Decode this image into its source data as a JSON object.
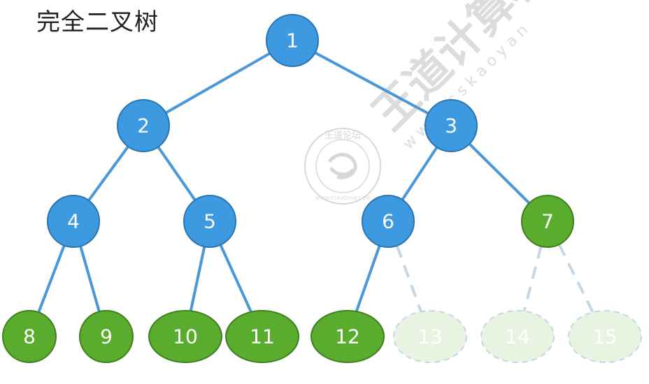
{
  "title": "完全二叉树",
  "colors": {
    "blue_fill": "#3d9ae0",
    "blue_stroke": "#2a75b0",
    "green_fill": "#5aac2e",
    "green_stroke": "#3f7f20",
    "ghost_fill": "#e9f3e1",
    "ghost_stroke": "#c4d7e6",
    "edge": "#4a98d8",
    "ghost_edge": "#c4d7e6",
    "label": "#ffffff",
    "ghost_label": "#ffffff",
    "watermark": "#b8b8b8"
  },
  "watermark": {
    "brand": "王道计算机",
    "url": "w w w . c s k a o y a n",
    "seal_text": "王道论坛",
    "seal_url": "WWW.CSKAOYAN.COM"
  },
  "nodes": [
    {
      "id": 1,
      "label": "1",
      "kind": "blue"
    },
    {
      "id": 2,
      "label": "2",
      "kind": "blue"
    },
    {
      "id": 3,
      "label": "3",
      "kind": "blue"
    },
    {
      "id": 4,
      "label": "4",
      "kind": "blue"
    },
    {
      "id": 5,
      "label": "5",
      "kind": "blue"
    },
    {
      "id": 6,
      "label": "6",
      "kind": "blue"
    },
    {
      "id": 7,
      "label": "7",
      "kind": "green"
    },
    {
      "id": 8,
      "label": "8",
      "kind": "green"
    },
    {
      "id": 9,
      "label": "9",
      "kind": "green"
    },
    {
      "id": 10,
      "label": "10",
      "kind": "green"
    },
    {
      "id": 11,
      "label": "11",
      "kind": "green"
    },
    {
      "id": 12,
      "label": "12",
      "kind": "green"
    },
    {
      "id": 13,
      "label": "13",
      "kind": "ghost"
    },
    {
      "id": 14,
      "label": "14",
      "kind": "ghost"
    },
    {
      "id": 15,
      "label": "15",
      "kind": "ghost"
    }
  ],
  "edges": [
    {
      "from": 1,
      "to": 2,
      "style": "solid"
    },
    {
      "from": 1,
      "to": 3,
      "style": "solid"
    },
    {
      "from": 2,
      "to": 4,
      "style": "solid"
    },
    {
      "from": 2,
      "to": 5,
      "style": "solid"
    },
    {
      "from": 3,
      "to": 6,
      "style": "solid"
    },
    {
      "from": 3,
      "to": 7,
      "style": "solid"
    },
    {
      "from": 4,
      "to": 8,
      "style": "solid"
    },
    {
      "from": 4,
      "to": 9,
      "style": "solid"
    },
    {
      "from": 5,
      "to": 10,
      "style": "solid"
    },
    {
      "from": 5,
      "to": 11,
      "style": "solid"
    },
    {
      "from": 6,
      "to": 12,
      "style": "solid"
    },
    {
      "from": 6,
      "to": 13,
      "style": "dashed"
    },
    {
      "from": 7,
      "to": 14,
      "style": "dashed"
    },
    {
      "from": 7,
      "to": 15,
      "style": "dashed"
    }
  ]
}
